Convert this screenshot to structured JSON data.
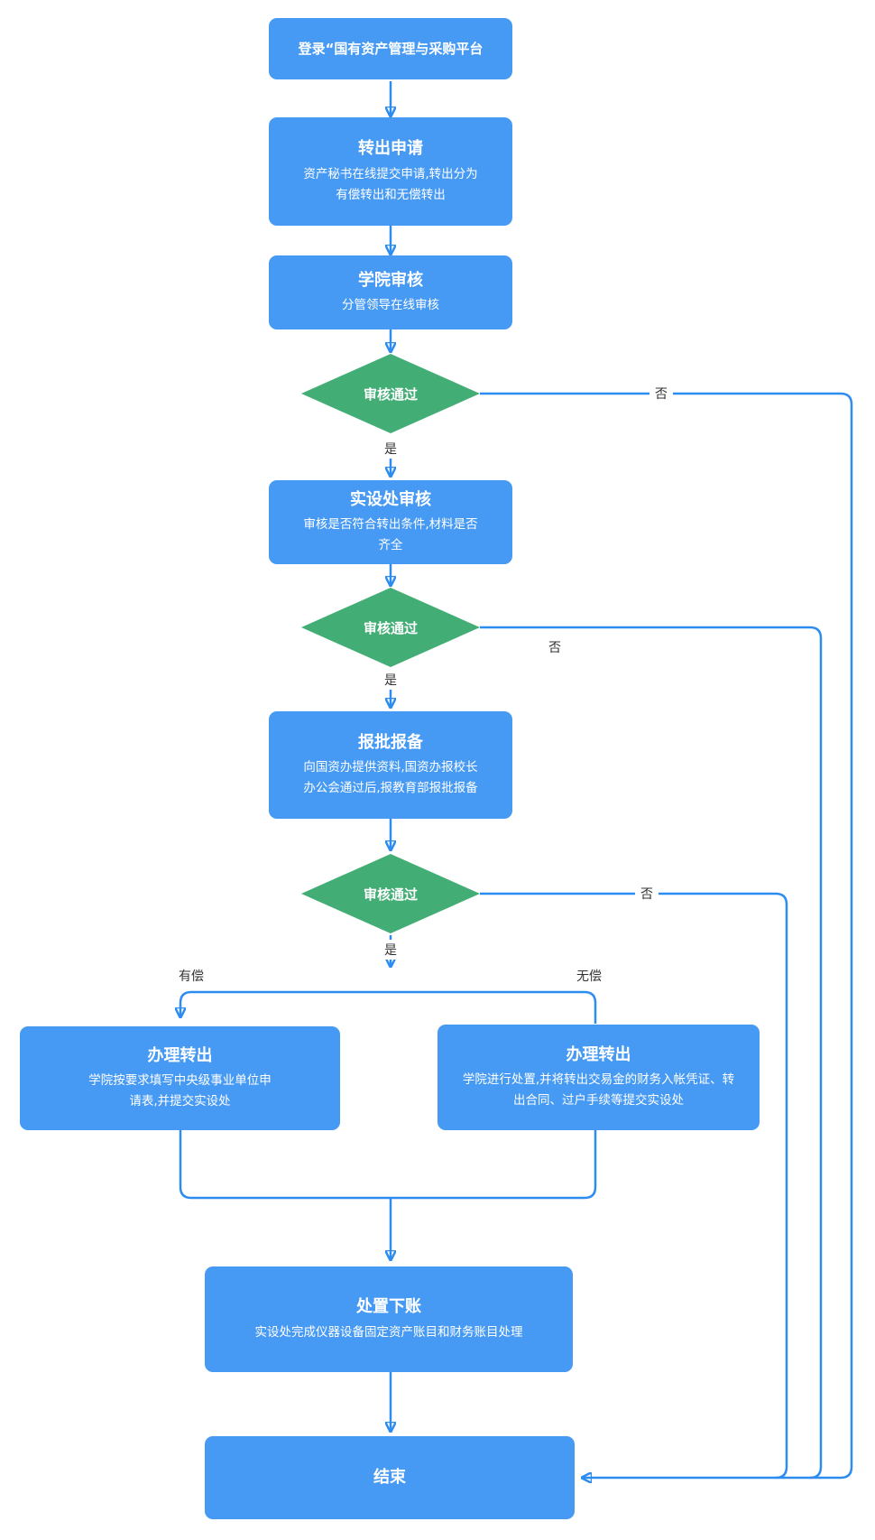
{
  "flowchart": {
    "nodes": {
      "login": {
        "title": "登录“国有资产管理与采购平台"
      },
      "transfer_apply": {
        "title": "转出申请",
        "desc": "资产秘书在线提交申请,转出分为有偿转出和无偿转出"
      },
      "college_review": {
        "title": "学院审核",
        "desc": "分管领导在线审核"
      },
      "decision_college": {
        "title": "审核通过"
      },
      "shishechu_review": {
        "title": "实设处审核",
        "desc": "审核是否符合转出条件,材料是否齐全"
      },
      "decision_shishechu": {
        "title": "审核通过"
      },
      "approval_filing": {
        "title": "报批报备",
        "desc": "向国资办提供资料,国资办报校长办公会通过后,报教育部报批报备"
      },
      "decision_approval": {
        "title": "审核通过"
      },
      "transfer_paid": {
        "title": "办理转出",
        "desc": "学院按要求填写中央级事业单位申请表,并提交实设处"
      },
      "transfer_unpaid": {
        "title": "办理转出",
        "desc": "学院进行处置,并将转出交易金的财务入帐凭证、转出合同、过户手续等提交实设处"
      },
      "writeoff": {
        "title": "处置下账",
        "desc": "实设处完成仪器设备固定资产账目和财务账目处理"
      },
      "end": {
        "title": "结束"
      }
    },
    "edge_labels": {
      "yes": "是",
      "no": "否",
      "paid": "有偿",
      "unpaid": "无偿"
    },
    "colors": {
      "process_fill": "#479AF3",
      "decision_fill": "#42AD75",
      "connector": "#2D8CF0",
      "node_text": "#FFFFFF",
      "edge_label_text": "#333333"
    }
  }
}
